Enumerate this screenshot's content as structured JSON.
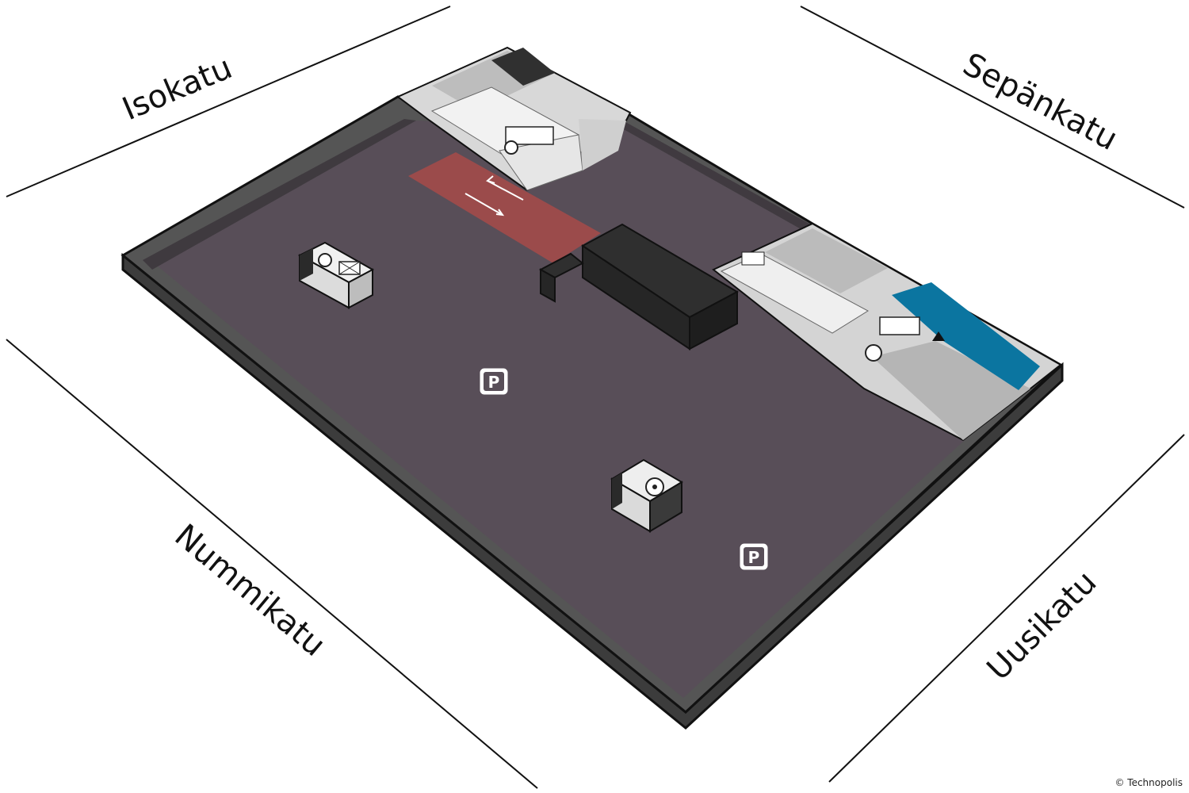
{
  "streets": {
    "north_west": "Isokatu",
    "north_east": "Sepänkatu",
    "south_west": "Nummikatu",
    "south_east": "Uusikatu"
  },
  "parking": {
    "label": "P"
  },
  "copyright": "© Technopolis",
  "colors": {
    "floor": "#584e58",
    "wall": "#4a4a4a",
    "driveway": "#9b4b4b",
    "water_area": "#0b75a0",
    "core_block": "#2f2f2f"
  },
  "icons": [
    "parking-icon",
    "elevator-icon",
    "stairs-icon",
    "up-arrow-icon",
    "two-way-arrow-icon"
  ]
}
